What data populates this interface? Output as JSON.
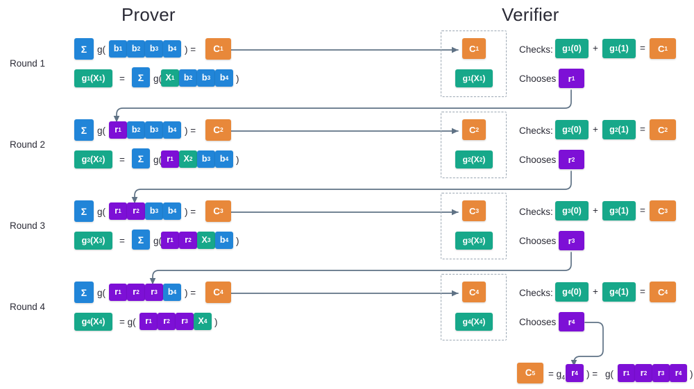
{
  "headers": {
    "prover": "Prover",
    "verifier": "Verifier"
  },
  "labels": {
    "checks": "Checks:",
    "chooses": "Chooses",
    "paren_open": "g(",
    "paren_close": ")",
    "equals": "=",
    "plus": "+",
    "eq_close": ") =",
    "sigma": "Σ"
  },
  "colors": {
    "blue": "#2185d8",
    "teal": "#17a88a",
    "orange": "#e8883a",
    "purple": "#7d10d6",
    "wire": "#5f7285",
    "dashed": "#9aa6b2",
    "text": "#2b2b36",
    "background": "#ffffff"
  },
  "rounds": [
    {
      "label": "Round 1",
      "sum_row": {
        "sigma": "Σ",
        "open": "g(",
        "args": [
          {
            "text": "b",
            "sub": "1",
            "color": "blue"
          },
          {
            "text": "b",
            "sub": "2",
            "color": "blue"
          },
          {
            "text": "b",
            "sub": "3",
            "color": "blue"
          },
          {
            "text": "b",
            "sub": "4",
            "color": "blue"
          }
        ],
        "close": ") =",
        "commit": {
          "text": "C",
          "sub": "1",
          "color": "orange"
        }
      },
      "poly_row": {
        "poly": {
          "text": "g",
          "sub": "1",
          "suffix": "(X",
          "suffix_sub": "1",
          "suffix_tail": ")",
          "color": "teal"
        },
        "equals": "=",
        "sigma": "Σ",
        "open": "g(",
        "args": [
          {
            "text": "X",
            "sub": "1",
            "color": "teal"
          },
          {
            "text": "b",
            "sub": "2",
            "color": "blue"
          },
          {
            "text": "b",
            "sub": "3",
            "color": "blue"
          },
          {
            "text": "b",
            "sub": "4",
            "color": "blue"
          }
        ],
        "close": ")"
      },
      "verifier": {
        "received_commit": {
          "text": "C",
          "sub": "1",
          "color": "orange"
        },
        "received_poly": {
          "text": "g",
          "sub": "1",
          "suffix": "(X",
          "suffix_sub": "1",
          "suffix_tail": ")",
          "color": "teal"
        },
        "checks_label": "Checks:",
        "check_a": {
          "text": "g",
          "sub": "1",
          "suffix": "(0)",
          "color": "teal"
        },
        "plus": "+",
        "check_b": {
          "text": "g",
          "sub": "1",
          "suffix": "(1)",
          "color": "teal"
        },
        "equals": "=",
        "check_result": {
          "text": "C",
          "sub": "1",
          "color": "orange"
        },
        "chooses_label": "Chooses",
        "challenge": {
          "text": "r",
          "sub": "1",
          "color": "purple"
        }
      }
    },
    {
      "label": "Round 2",
      "sum_row": {
        "sigma": "Σ",
        "open": "g(",
        "args": [
          {
            "text": "r",
            "sub": "1",
            "color": "purple"
          },
          {
            "text": "b",
            "sub": "2",
            "color": "blue"
          },
          {
            "text": "b",
            "sub": "3",
            "color": "blue"
          },
          {
            "text": "b",
            "sub": "4",
            "color": "blue"
          }
        ],
        "close": ") =",
        "commit": {
          "text": "C",
          "sub": "2",
          "color": "orange"
        }
      },
      "poly_row": {
        "poly": {
          "text": "g",
          "sub": "2",
          "suffix": "(X",
          "suffix_sub": "2",
          "suffix_tail": ")",
          "color": "teal"
        },
        "equals": "=",
        "sigma": "Σ",
        "open": "g(",
        "args": [
          {
            "text": "r",
            "sub": "1",
            "color": "purple"
          },
          {
            "text": "X",
            "sub": "2",
            "color": "teal"
          },
          {
            "text": "b",
            "sub": "3",
            "color": "blue"
          },
          {
            "text": "b",
            "sub": "4",
            "color": "blue"
          }
        ],
        "close": ")"
      },
      "verifier": {
        "received_commit": {
          "text": "C",
          "sub": "2",
          "color": "orange"
        },
        "received_poly": {
          "text": "g",
          "sub": "2",
          "suffix": "(X",
          "suffix_sub": "2",
          "suffix_tail": ")",
          "color": "teal"
        },
        "checks_label": "Checks:",
        "check_a": {
          "text": "g",
          "sub": "2",
          "suffix": "(0)",
          "color": "teal"
        },
        "plus": "+",
        "check_b": {
          "text": "g",
          "sub": "2",
          "suffix": "(1)",
          "color": "teal"
        },
        "equals": "=",
        "check_result": {
          "text": "C",
          "sub": "2",
          "color": "orange"
        },
        "chooses_label": "Chooses",
        "challenge": {
          "text": "r",
          "sub": "2",
          "color": "purple"
        }
      }
    },
    {
      "label": "Round 3",
      "sum_row": {
        "sigma": "Σ",
        "open": "g(",
        "args": [
          {
            "text": "r",
            "sub": "1",
            "color": "purple"
          },
          {
            "text": "r",
            "sub": "2",
            "color": "purple"
          },
          {
            "text": "b",
            "sub": "3",
            "color": "blue"
          },
          {
            "text": "b",
            "sub": "4",
            "color": "blue"
          }
        ],
        "close": ") =",
        "commit": {
          "text": "C",
          "sub": "3",
          "color": "orange"
        }
      },
      "poly_row": {
        "poly": {
          "text": "g",
          "sub": "3",
          "suffix": "(X",
          "suffix_sub": "3",
          "suffix_tail": ")",
          "color": "teal"
        },
        "equals": "=",
        "sigma": "Σ",
        "open": "g(",
        "args": [
          {
            "text": "r",
            "sub": "1",
            "color": "purple"
          },
          {
            "text": "r",
            "sub": "2",
            "color": "purple"
          },
          {
            "text": "X",
            "sub": "3",
            "color": "teal"
          },
          {
            "text": "b",
            "sub": "4",
            "color": "blue"
          }
        ],
        "close": ")"
      },
      "verifier": {
        "received_commit": {
          "text": "C",
          "sub": "3",
          "color": "orange"
        },
        "received_poly": {
          "text": "g",
          "sub": "3",
          "suffix": "(X",
          "suffix_sub": "3",
          "suffix_tail": ")",
          "color": "teal"
        },
        "checks_label": "Checks:",
        "check_a": {
          "text": "g",
          "sub": "3",
          "suffix": "(0)",
          "color": "teal"
        },
        "plus": "+",
        "check_b": {
          "text": "g",
          "sub": "3",
          "suffix": "(1)",
          "color": "teal"
        },
        "equals": "=",
        "check_result": {
          "text": "C",
          "sub": "3",
          "color": "orange"
        },
        "chooses_label": "Chooses",
        "challenge": {
          "text": "r",
          "sub": "3",
          "color": "purple"
        }
      }
    },
    {
      "label": "Round 4",
      "sum_row": {
        "sigma": "Σ",
        "open": "g(",
        "args": [
          {
            "text": "r",
            "sub": "1",
            "color": "purple"
          },
          {
            "text": "r",
            "sub": "2",
            "color": "purple"
          },
          {
            "text": "r",
            "sub": "3",
            "color": "purple"
          },
          {
            "text": "b",
            "sub": "4",
            "color": "blue"
          }
        ],
        "close": ") =",
        "commit": {
          "text": "C",
          "sub": "4",
          "color": "orange"
        }
      },
      "poly_row": {
        "poly": {
          "text": "g",
          "sub": "4",
          "suffix": "(X",
          "suffix_sub": "4",
          "suffix_tail": ")",
          "color": "teal"
        },
        "equals": "= g(",
        "sigma": "",
        "open": "",
        "args": [
          {
            "text": "r",
            "sub": "1",
            "color": "purple"
          },
          {
            "text": "r",
            "sub": "2",
            "color": "purple"
          },
          {
            "text": "r",
            "sub": "3",
            "color": "purple"
          },
          {
            "text": "X",
            "sub": "4",
            "color": "teal"
          }
        ],
        "close": ")"
      },
      "verifier": {
        "received_commit": {
          "text": "C",
          "sub": "4",
          "color": "orange"
        },
        "received_poly": {
          "text": "g",
          "sub": "4",
          "suffix": "(X",
          "suffix_sub": "4",
          "suffix_tail": ")",
          "color": "teal"
        },
        "checks_label": "Checks:",
        "check_a": {
          "text": "g",
          "sub": "4",
          "suffix": "(0)",
          "color": "teal"
        },
        "plus": "+",
        "check_b": {
          "text": "g",
          "sub": "4",
          "suffix": "(1)",
          "color": "teal"
        },
        "equals": "=",
        "check_result": {
          "text": "C",
          "sub": "4",
          "color": "orange"
        },
        "chooses_label": "Chooses",
        "challenge": {
          "text": "r",
          "sub": "4",
          "color": "purple"
        }
      }
    }
  ],
  "final": {
    "commit": {
      "text": "C",
      "sub": "5",
      "color": "orange"
    },
    "eval_prefix": "= g",
    "eval_prefix_sub": "4",
    "eval_open": "(",
    "eval_arg": {
      "text": "r",
      "sub": "4",
      "color": "purple"
    },
    "eval_close": ") =",
    "fn_open": "g(",
    "args": [
      {
        "text": "r",
        "sub": "1",
        "color": "purple"
      },
      {
        "text": "r",
        "sub": "2",
        "color": "purple"
      },
      {
        "text": "r",
        "sub": "3",
        "color": "purple"
      },
      {
        "text": "r",
        "sub": "4",
        "color": "purple"
      }
    ],
    "fn_close": ")"
  }
}
